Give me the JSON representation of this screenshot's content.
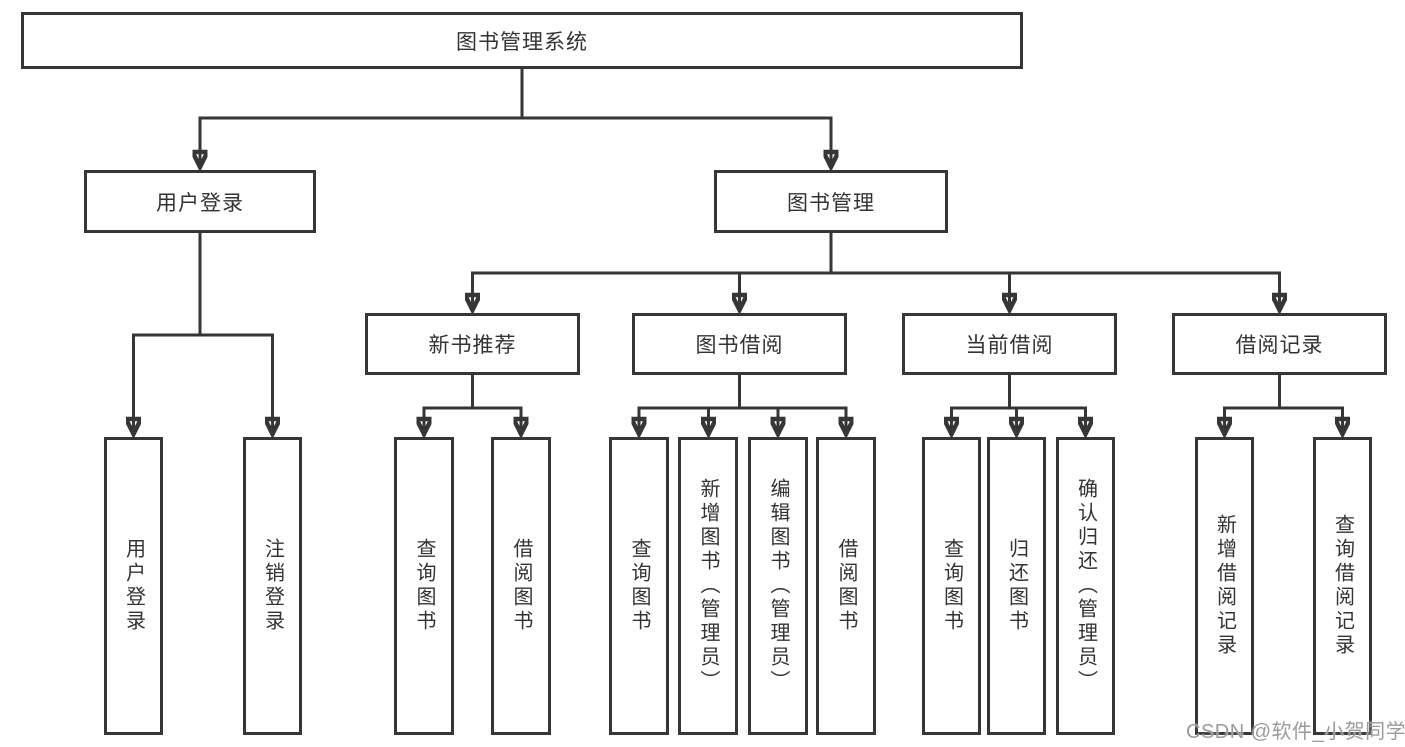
{
  "diagram": {
    "title": "图书管理系统",
    "level2": {
      "user_login": "用户登录",
      "book_management": "图书管理"
    },
    "level3": {
      "new_book_recommend": "新书推荐",
      "book_borrow": "图书借阅",
      "current_borrow": "当前借阅",
      "borrow_records": "借阅记录"
    },
    "leaves": {
      "user_login": "用户登录",
      "logout": "注销登录",
      "nb_query_books": "查询图书",
      "nb_borrow_books": "借阅图书",
      "bb_query_books": "查询图书",
      "bb_add_books_admin": "新增图书（管理员）",
      "bb_edit_books_admin": "编辑图书（管理员）",
      "bb_borrow_books": "借阅图书",
      "cb_query_books": "查询图书",
      "cb_return_books": "归还图书",
      "cb_confirm_return_admin": "确认归还（管理员）",
      "br_add_record": "新增借阅记录",
      "br_query_record": "查询借阅记录"
    }
  },
  "watermark": "CSDN @软件_小贺同学",
  "colors": {
    "line": "#363636",
    "text": "#333333",
    "watermark": "#9b9b9b",
    "background": "#ffffff"
  }
}
